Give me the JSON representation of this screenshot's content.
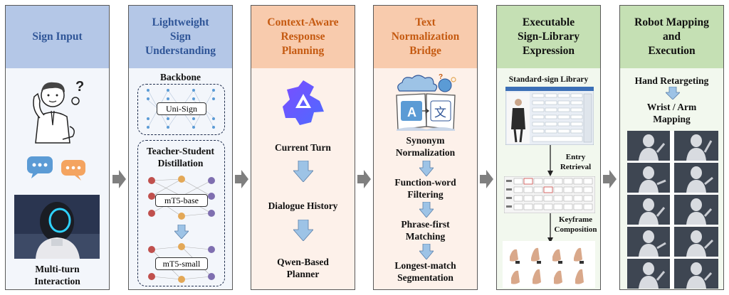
{
  "colors": {
    "blue_header": "#b4c7e7",
    "blue_body": "#f3f6fb",
    "orange_header": "#f8cbad",
    "orange_body": "#fdf1ea",
    "green_header": "#c5e0b4",
    "green_body": "#f2f8ee",
    "blue_text": "#2f5597",
    "orange_text": "#c55a11",
    "arrow_blue": "#9dc3e6",
    "arrow_gray": "#7f7f7f"
  },
  "stages": [
    {
      "title": "Sign Input",
      "labels": {
        "bottom": "Multi-turn\nInteraction"
      }
    },
    {
      "title": "Lightweight\nSign\nUnderstanding",
      "labels": {
        "backbone": "Backbone",
        "uni_sign": "Uni-Sign",
        "distill": "Teacher-Student\nDistillation",
        "teacher": "mT5-base",
        "student": "mT5-small"
      }
    },
    {
      "title": "Context-Aware\nResponse\nPlanning",
      "labels": {
        "current": "Current Turn",
        "history": "Dialogue History",
        "planner": "Qwen-Based\nPlanner"
      }
    },
    {
      "title": "Text\nNormalization\nBridge",
      "labels": {
        "synonym": "Synonym\nNormalization",
        "function": "Function-word\nFiltering",
        "phrase": "Phrase-first\nMatching",
        "longest": "Longest-match\nSegmentation",
        "book_left": "A",
        "book_right": "文"
      }
    },
    {
      "title": "Executable\nSign-Library\nExpression",
      "labels": {
        "library": "Standard-sign Library",
        "entry": "Entry\nRetrieval",
        "keyframe": "Keyframe\nComposition"
      }
    },
    {
      "title": "Robot Mapping\nand\nExecution",
      "labels": {
        "hand": "Hand Retargeting",
        "wrist": "Wrist / Arm\nMapping"
      }
    }
  ]
}
